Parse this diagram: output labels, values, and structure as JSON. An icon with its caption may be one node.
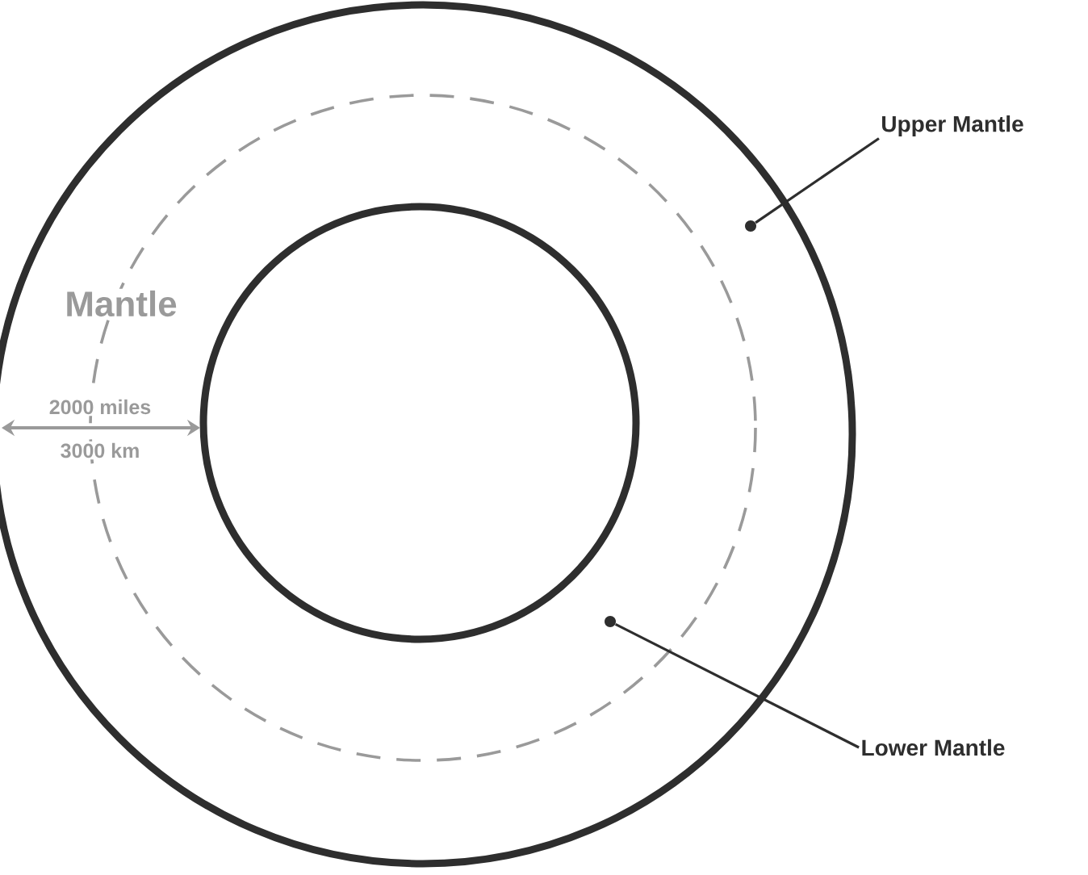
{
  "diagram": {
    "nodes": [
      {
        "text": [
          "Upper Mantle"
        ]
      },
      {
        "text": [
          "Lower Mantle"
        ]
      },
      {
        "text": [],
        "shape": "circle"
      },
      {
        "text": [],
        "shape": "circle"
      }
    ],
    "edges": [
      {
        "from": 0,
        "to": 2,
        "arrow": "none"
      },
      {
        "from": 1,
        "to": 3,
        "arrow": "none"
      }
    ],
    "labels": [
      "Mantle",
      "2000 miles",
      "3000 km"
    ]
  }
}
